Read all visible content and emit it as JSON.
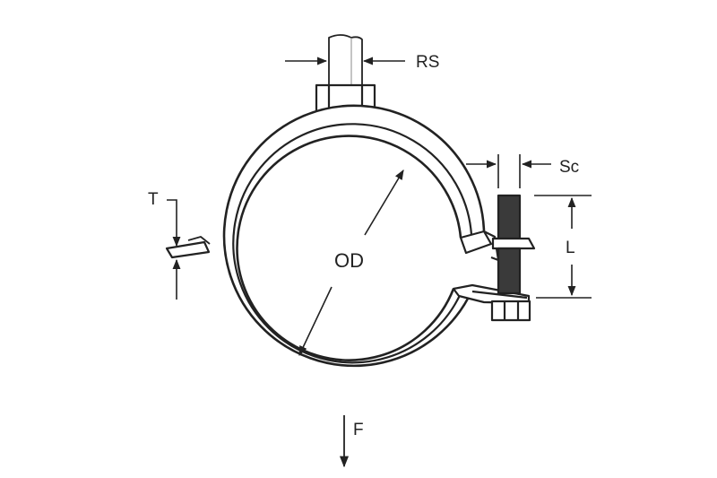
{
  "labels": {
    "rod_size": "RS",
    "screw_clearance": "Sc",
    "thickness": "T",
    "length": "L",
    "outer_diameter": "OD",
    "force": "F"
  },
  "colors": {
    "line": "#222222",
    "background": "#ffffff",
    "shaft": "#3a3a3a"
  }
}
